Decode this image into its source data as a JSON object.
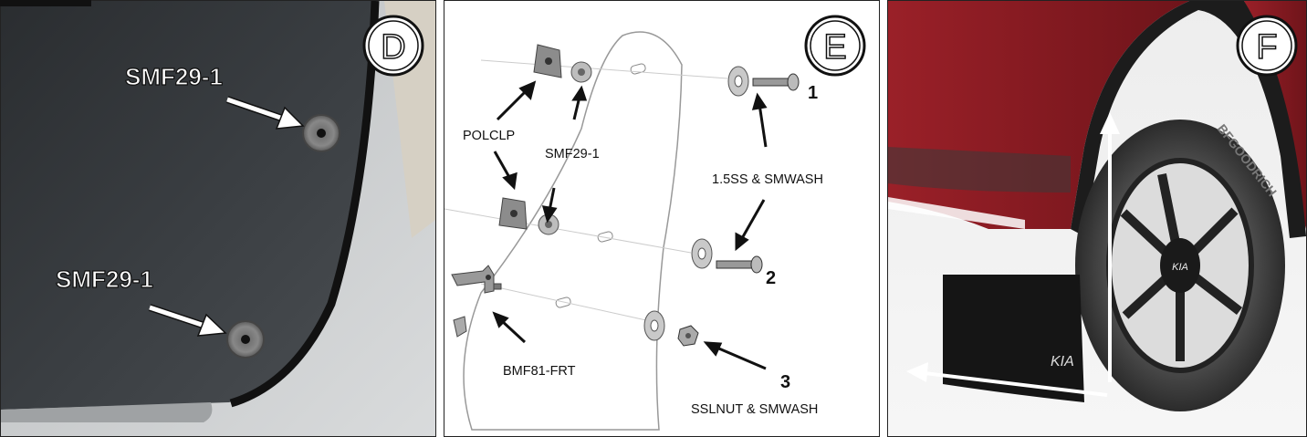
{
  "panels": {
    "d": {
      "badge": "D",
      "labels": {
        "upper": "SMF29-1",
        "lower": "SMF29-1"
      }
    },
    "e": {
      "badge": "E",
      "labels": {
        "polclp": "POLCLP",
        "smf29": "SMF29-1",
        "ss_smwash": "1.5SS & SMWASH",
        "bmf81": "BMF81-FRT",
        "sslnut": "SSLNUT & SMWASH",
        "step1": "1",
        "step2": "2",
        "step3": "3"
      }
    },
    "f": {
      "badge": "F",
      "brand_logo": "KIA",
      "tire_text": "BFGOODRICH"
    }
  },
  "colors": {
    "label_fill": "#ffffff",
    "label_stroke": "#111111",
    "arrow_white": "#ffffff",
    "body_red": "#8e1b22",
    "mudflap": "#151515"
  }
}
